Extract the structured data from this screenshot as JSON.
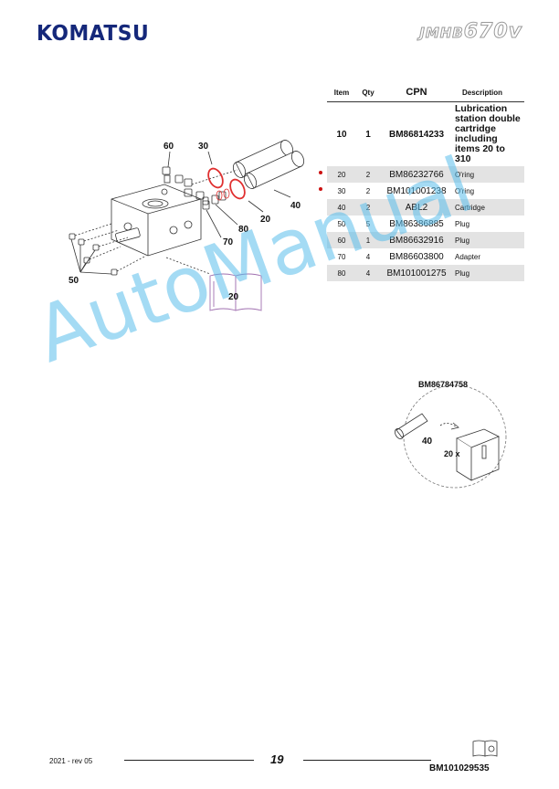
{
  "header": {
    "brand": "KOMATSU",
    "model_prefix": "JMHB",
    "model_number": "670v"
  },
  "table": {
    "headers": {
      "item": "Item",
      "qty": "Qty",
      "cpn": "CPN",
      "description": "Description"
    },
    "rows": [
      {
        "item": "10",
        "qty": "1",
        "cpn": "BM86814233",
        "description": "Lubrication station double cartridge including items 20 to 310",
        "shaded": false,
        "marked": false
      },
      {
        "item": "20",
        "qty": "2",
        "cpn": "BM86232766",
        "description": "O'ring",
        "shaded": true,
        "marked": true
      },
      {
        "item": "30",
        "qty": "2",
        "cpn": "BM101001238",
        "description": "O'ring",
        "shaded": false,
        "marked": true
      },
      {
        "item": "40",
        "qty": "2",
        "cpn": "ABL2",
        "description": "Cartridge",
        "shaded": true,
        "marked": false
      },
      {
        "item": "50",
        "qty": "5",
        "cpn": "BM86386885",
        "description": "Plug",
        "shaded": false,
        "marked": false
      },
      {
        "item": "60",
        "qty": "1",
        "cpn": "BM86632916",
        "description": "Plug",
        "shaded": true,
        "marked": false
      },
      {
        "item": "70",
        "qty": "4",
        "cpn": "BM86603800",
        "description": "Adapter",
        "shaded": false,
        "marked": false
      },
      {
        "item": "80",
        "qty": "4",
        "cpn": "BM101001275",
        "description": "Plug",
        "shaded": true,
        "marked": false
      }
    ]
  },
  "diagram": {
    "callouts": {
      "c60": "60",
      "c30": "30",
      "c40": "40",
      "c20": "20",
      "c80": "80",
      "c70": "70",
      "c50": "50",
      "book": "20"
    }
  },
  "kit": {
    "part_number": "BM86784758",
    "cartridge_label": "40",
    "box_label": "20 x"
  },
  "watermark": "AutoManual",
  "footer": {
    "date_rev": "2021 -  rev 05",
    "page": "19",
    "doc_number": "BM101029535"
  },
  "colors": {
    "brand": "#15287a",
    "oring": "#e03030",
    "mark": "#cc1111",
    "watermark": "#5abeeb"
  }
}
